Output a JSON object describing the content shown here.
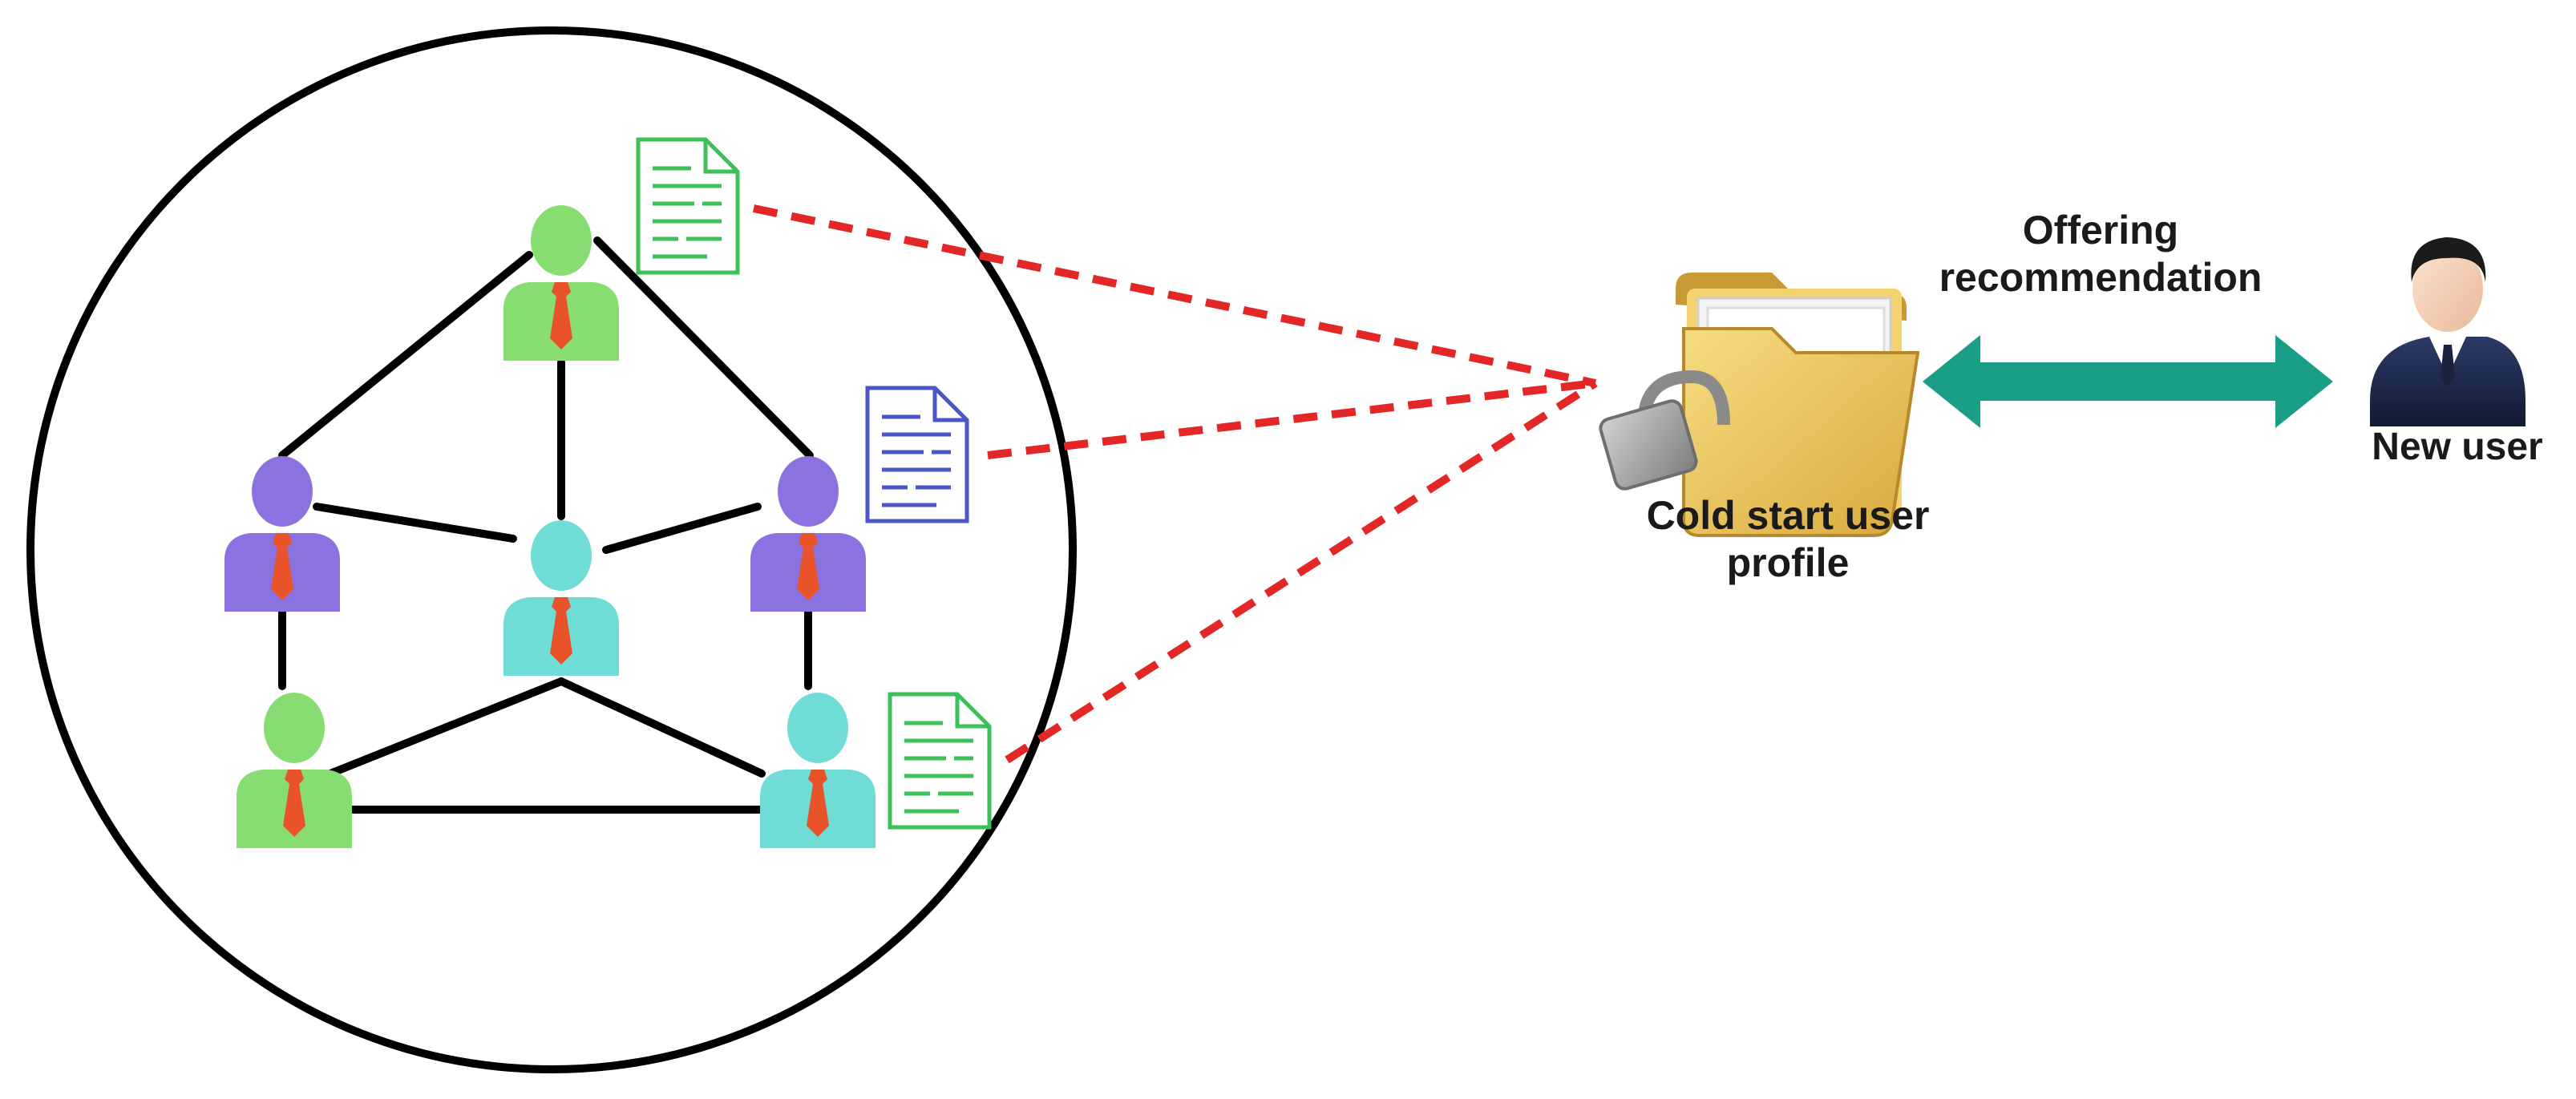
{
  "labels": {
    "offering_line1": "Offering",
    "offering_line2": "recommendation",
    "profile_line1": "Cold start user",
    "profile_line2": "profile",
    "new_user": "New user"
  },
  "colors": {
    "green_user": "#88dd72",
    "purple_user": "#8b72e0",
    "teal_user": "#6fddd6",
    "tie": "#e8532a",
    "connector": "#000000",
    "dashed_link": "#e32626",
    "double_arrow": "#1a9e86",
    "doc_green": "#3cc05a",
    "doc_blue": "#4a55c8",
    "folder": "#e8c158",
    "lock": "#9a9a9a"
  },
  "icons": {
    "community_users": "person-icon",
    "documents": "document-icon",
    "profile": "locked-folder-icon",
    "new_user": "businessman-icon",
    "link": "double-arrow-icon"
  }
}
